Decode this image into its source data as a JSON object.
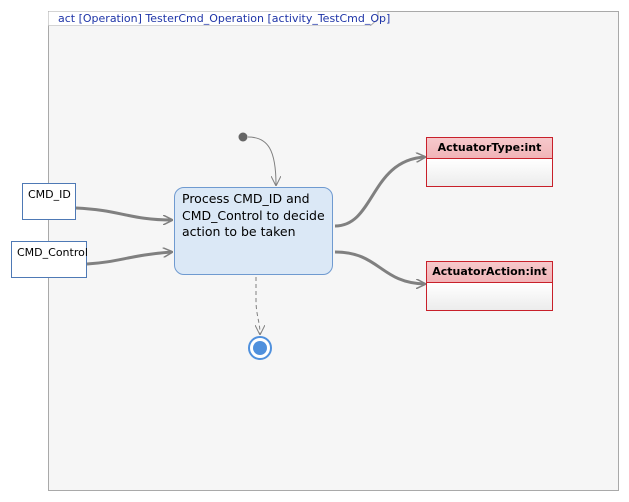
{
  "diagram": {
    "frame_title": "act [Operation] TesterCmd_Operation [activity_TestCmd_Op]",
    "input_pins": [
      {
        "label": "CMD_ID"
      },
      {
        "label": "CMD_Control"
      }
    ],
    "action": {
      "label": "Process CMD_ID and CMD_Control to decide action to be taken"
    },
    "output_objects": [
      {
        "label": "ActuatorType:int"
      },
      {
        "label": "ActuatorAction:int"
      }
    ],
    "colors": {
      "frame_border": "#a9a9a9",
      "action_fill": "#dbe8f6",
      "action_border": "#6f9ad0",
      "object_border": "#c8202a",
      "object_header": "#f3babe",
      "edge": "#808080",
      "final_node": "#4f90dd"
    }
  }
}
